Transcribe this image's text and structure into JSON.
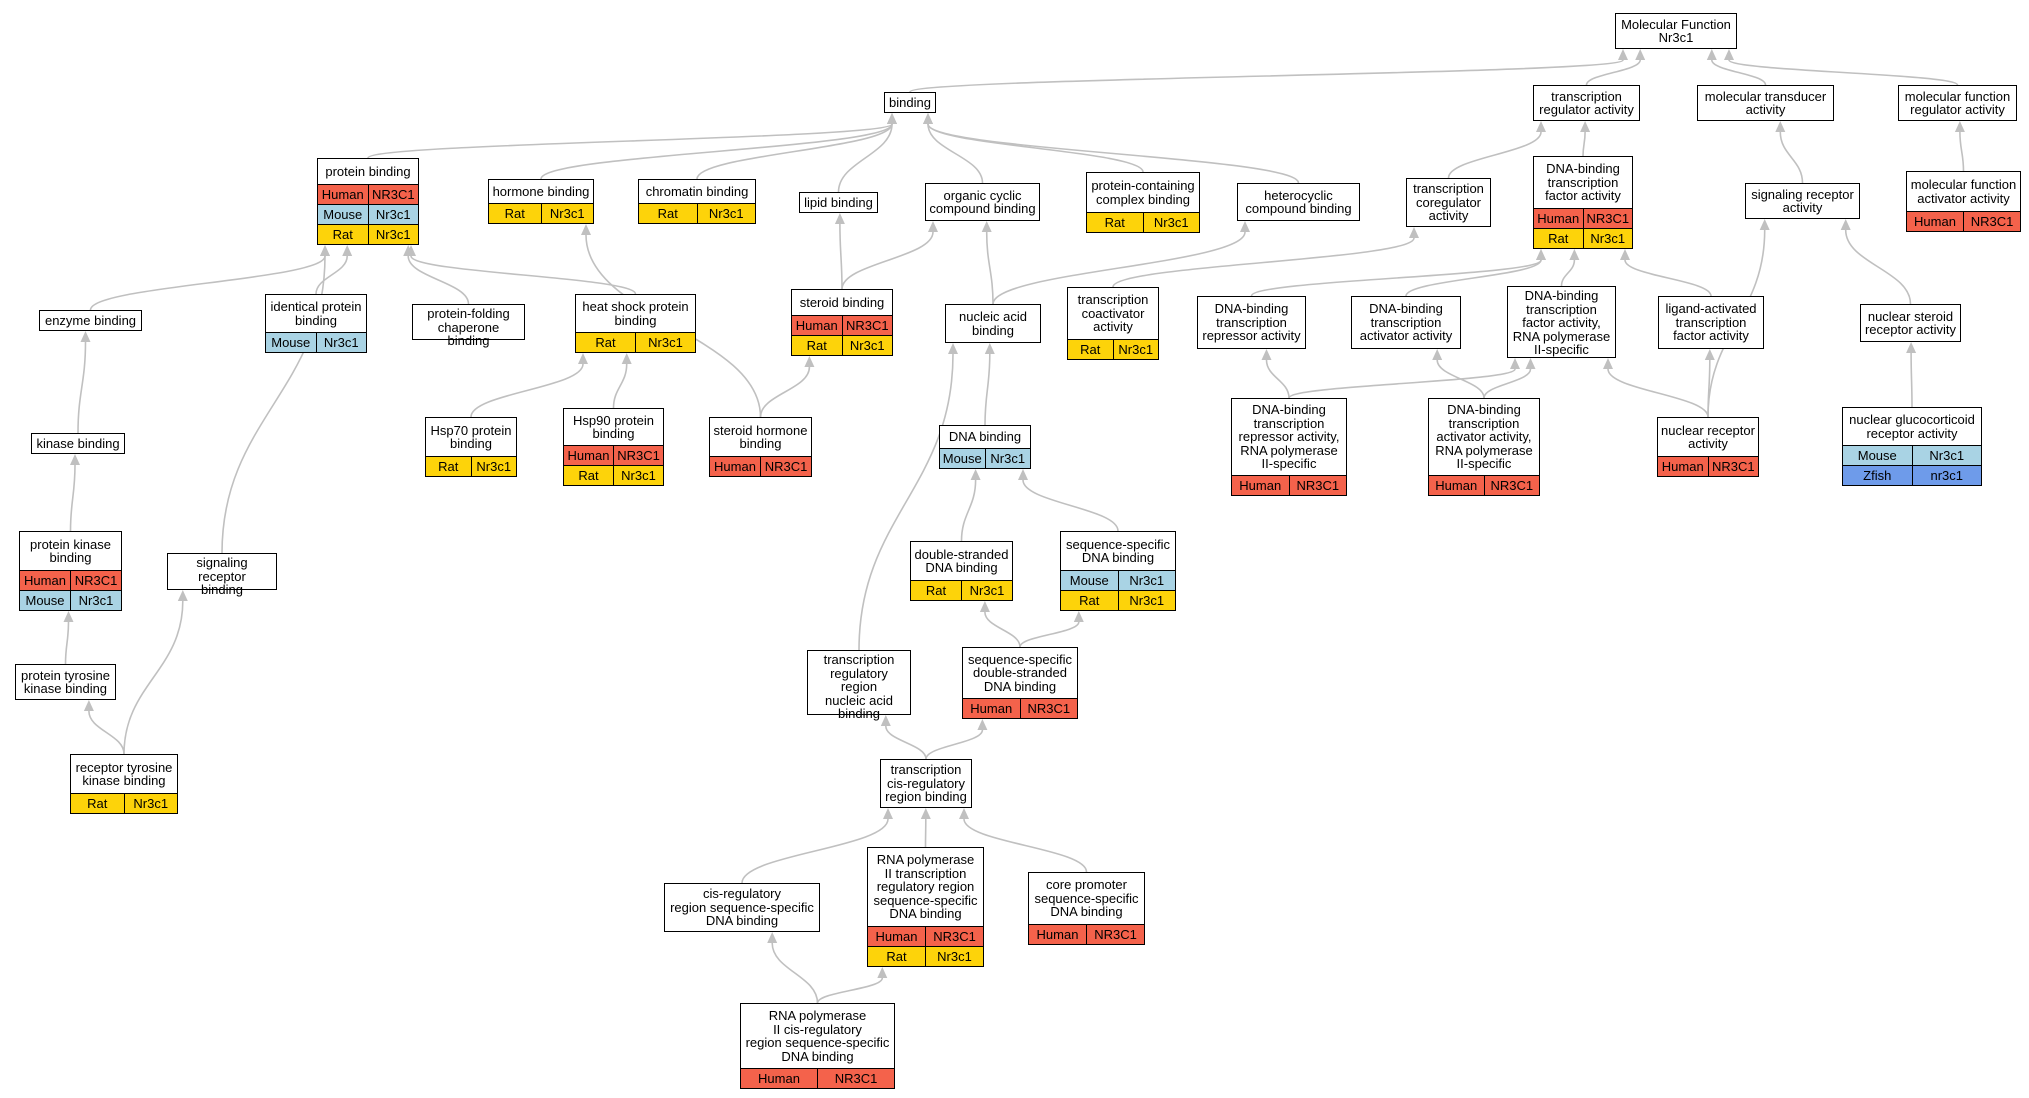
{
  "colors": {
    "edge": "#c0c0c0",
    "Human": "#f4624b",
    "Mouse": "#a9d3e4",
    "Rat": "#fdd30a",
    "Zfish": "#6e9bea"
  },
  "nodes": [
    {
      "id": "mf",
      "label": "Molecular Function\nNr3c1",
      "ann": []
    },
    {
      "id": "binding",
      "label": "binding",
      "ann": []
    },
    {
      "id": "tra",
      "label": "transcription\nregulator activity",
      "ann": []
    },
    {
      "id": "mta",
      "label": "molecular transducer\nactivity",
      "ann": []
    },
    {
      "id": "mfra",
      "label": "molecular function\nregulator activity",
      "ann": []
    },
    {
      "id": "protb",
      "label": "protein binding",
      "ann": [
        [
          "Human",
          "NR3C1"
        ],
        [
          "Mouse",
          "Nr3c1"
        ],
        [
          "Rat",
          "Nr3c1"
        ]
      ]
    },
    {
      "id": "hormb",
      "label": "hormone binding",
      "ann": [
        [
          "Rat",
          "Nr3c1"
        ]
      ]
    },
    {
      "id": "chromb",
      "label": "chromatin binding",
      "ann": [
        [
          "Rat",
          "Nr3c1"
        ]
      ]
    },
    {
      "id": "lipidb",
      "label": "lipid binding",
      "ann": []
    },
    {
      "id": "occb",
      "label": "organic cyclic\ncompound binding",
      "ann": []
    },
    {
      "id": "pccb",
      "label": "protein-containing\ncomplex binding",
      "ann": [
        [
          "Rat",
          "Nr3c1"
        ]
      ]
    },
    {
      "id": "hccb",
      "label": "heterocyclic\ncompound binding",
      "ann": []
    },
    {
      "id": "tcra",
      "label": "transcription\ncoregulator\nactivity",
      "ann": []
    },
    {
      "id": "dbtfa",
      "label": "DNA-binding\ntranscription\nfactor activity",
      "ann": [
        [
          "Human",
          "NR3C1"
        ],
        [
          "Rat",
          "Nr3c1"
        ]
      ]
    },
    {
      "id": "sra",
      "label": "signaling receptor\nactivity",
      "ann": []
    },
    {
      "id": "mfaa",
      "label": "molecular function\nactivator activity",
      "ann": [
        [
          "Human",
          "NR3C1"
        ]
      ]
    },
    {
      "id": "enzb",
      "label": "enzyme binding",
      "ann": []
    },
    {
      "id": "idpb",
      "label": "identical protein\nbinding",
      "ann": [
        [
          "Mouse",
          "Nr3c1"
        ]
      ]
    },
    {
      "id": "pfcb",
      "label": "protein-folding\nchaperone binding",
      "ann": []
    },
    {
      "id": "hspb",
      "label": "heat shock protein\nbinding",
      "ann": [
        [
          "Rat",
          "Nr3c1"
        ]
      ]
    },
    {
      "id": "sterb",
      "label": "steroid binding",
      "ann": [
        [
          "Human",
          "NR3C1"
        ],
        [
          "Rat",
          "Nr3c1"
        ]
      ]
    },
    {
      "id": "nab",
      "label": "nucleic acid\nbinding",
      "ann": []
    },
    {
      "id": "tcoa",
      "label": "transcription\ncoactivator\nactivity",
      "ann": [
        [
          "Rat",
          "Nr3c1"
        ]
      ]
    },
    {
      "id": "dbtra",
      "label": "DNA-binding\ntranscription\nrepressor activity",
      "ann": []
    },
    {
      "id": "dbtaa",
      "label": "DNA-binding\ntranscription\nactivator activity",
      "ann": []
    },
    {
      "id": "dbtf2",
      "label": "DNA-binding\ntranscription\nfactor activity,\nRNA polymerase\nII-specific",
      "ann": []
    },
    {
      "id": "latf",
      "label": "ligand-activated\ntranscription\nfactor activity",
      "ann": []
    },
    {
      "id": "nsra",
      "label": "nuclear steroid\nreceptor activity",
      "ann": []
    },
    {
      "id": "kinb",
      "label": "kinase binding",
      "ann": []
    },
    {
      "id": "hsp70",
      "label": "Hsp70 protein\nbinding",
      "ann": [
        [
          "Rat",
          "Nr3c1"
        ]
      ]
    },
    {
      "id": "hsp90",
      "label": "Hsp90 protein\nbinding",
      "ann": [
        [
          "Human",
          "NR3C1"
        ],
        [
          "Rat",
          "Nr3c1"
        ]
      ]
    },
    {
      "id": "shb",
      "label": "steroid hormone\nbinding",
      "ann": [
        [
          "Human",
          "NR3C1"
        ]
      ]
    },
    {
      "id": "dnab",
      "label": "DNA binding",
      "ann": [
        [
          "Mouse",
          "Nr3c1"
        ]
      ]
    },
    {
      "id": "dbtra2",
      "label": "DNA-binding\ntranscription\nrepressor activity,\nRNA polymerase\nII-specific",
      "ann": [
        [
          "Human",
          "NR3C1"
        ]
      ]
    },
    {
      "id": "dbtaa2",
      "label": "DNA-binding\ntranscription\nactivator activity,\nRNA polymerase\nII-specific",
      "ann": [
        [
          "Human",
          "NR3C1"
        ]
      ]
    },
    {
      "id": "nra",
      "label": "nuclear receptor\nactivity",
      "ann": [
        [
          "Human",
          "NR3C1"
        ]
      ]
    },
    {
      "id": "ngra",
      "label": "nuclear glucocorticoid\nreceptor activity",
      "ann": [
        [
          "Mouse",
          "Nr3c1"
        ],
        [
          "Zfish",
          "nr3c1"
        ]
      ]
    },
    {
      "id": "pkb",
      "label": "protein kinase\nbinding",
      "ann": [
        [
          "Human",
          "NR3C1"
        ],
        [
          "Mouse",
          "Nr3c1"
        ]
      ]
    },
    {
      "id": "srb",
      "label": "signaling receptor\nbinding",
      "ann": []
    },
    {
      "id": "dsdb",
      "label": "double-stranded\nDNA binding",
      "ann": [
        [
          "Rat",
          "Nr3c1"
        ]
      ]
    },
    {
      "id": "ssdb",
      "label": "sequence-specific\nDNA binding",
      "ann": [
        [
          "Mouse",
          "Nr3c1"
        ],
        [
          "Rat",
          "Nr3c1"
        ]
      ]
    },
    {
      "id": "ptkb",
      "label": "protein tyrosine\nkinase binding",
      "ann": []
    },
    {
      "id": "trrnab",
      "label": "transcription\nregulatory region\nnucleic acid\nbinding",
      "ann": []
    },
    {
      "id": "ssdsdb",
      "label": "sequence-specific\ndouble-stranded\nDNA binding",
      "ann": [
        [
          "Human",
          "NR3C1"
        ]
      ]
    },
    {
      "id": "rtkb",
      "label": "receptor tyrosine\nkinase binding",
      "ann": [
        [
          "Rat",
          "Nr3c1"
        ]
      ]
    },
    {
      "id": "tcrrb",
      "label": "transcription\ncis-regulatory\nregion binding",
      "ann": []
    },
    {
      "id": "crrssdb",
      "label": "cis-regulatory\nregion sequence-specific\nDNA binding",
      "ann": []
    },
    {
      "id": "rp2trr",
      "label": "RNA polymerase\nII transcription\nregulatory region\nsequence-specific\nDNA binding",
      "ann": [
        [
          "Human",
          "NR3C1"
        ],
        [
          "Rat",
          "Nr3c1"
        ]
      ]
    },
    {
      "id": "cpssdb",
      "label": "core promoter\nsequence-specific\nDNA binding",
      "ann": [
        [
          "Human",
          "NR3C1"
        ]
      ]
    },
    {
      "id": "rp2crr",
      "label": "RNA polymerase\nII cis-regulatory\nregion sequence-specific\nDNA binding",
      "ann": [
        [
          "Human",
          "NR3C1"
        ]
      ]
    }
  ],
  "edges": [
    [
      "binding",
      "mf"
    ],
    [
      "tra",
      "mf"
    ],
    [
      "mta",
      "mf"
    ],
    [
      "mfra",
      "mf"
    ],
    [
      "protb",
      "binding"
    ],
    [
      "hormb",
      "binding"
    ],
    [
      "chromb",
      "binding"
    ],
    [
      "lipidb",
      "binding"
    ],
    [
      "occb",
      "binding"
    ],
    [
      "pccb",
      "binding"
    ],
    [
      "hccb",
      "binding"
    ],
    [
      "tcra",
      "tra"
    ],
    [
      "dbtfa",
      "tra"
    ],
    [
      "sra",
      "mta"
    ],
    [
      "mfaa",
      "mfra"
    ],
    [
      "enzb",
      "protb"
    ],
    [
      "idpb",
      "protb"
    ],
    [
      "pfcb",
      "protb"
    ],
    [
      "hspb",
      "protb"
    ],
    [
      "srb",
      "protb"
    ],
    [
      "sterb",
      "lipidb"
    ],
    [
      "sterb",
      "occb"
    ],
    [
      "nab",
      "occb"
    ],
    [
      "nab",
      "hccb"
    ],
    [
      "tcoa",
      "tcra"
    ],
    [
      "dbtra",
      "dbtfa"
    ],
    [
      "dbtaa",
      "dbtfa"
    ],
    [
      "dbtf2",
      "dbtfa"
    ],
    [
      "latf",
      "dbtfa"
    ],
    [
      "nsra",
      "sra"
    ],
    [
      "nra",
      "sra"
    ],
    [
      "kinb",
      "enzb"
    ],
    [
      "hsp70",
      "hspb"
    ],
    [
      "hsp90",
      "hspb"
    ],
    [
      "shb",
      "hormb"
    ],
    [
      "shb",
      "sterb"
    ],
    [
      "dnab",
      "nab"
    ],
    [
      "dbtra2",
      "dbtra"
    ],
    [
      "dbtra2",
      "dbtf2"
    ],
    [
      "dbtaa2",
      "dbtaa"
    ],
    [
      "dbtaa2",
      "dbtf2"
    ],
    [
      "nra",
      "latf"
    ],
    [
      "nra",
      "dbtf2"
    ],
    [
      "ngra",
      "nsra"
    ],
    [
      "pkb",
      "kinb"
    ],
    [
      "dsdb",
      "dnab"
    ],
    [
      "ssdb",
      "dnab"
    ],
    [
      "ptkb",
      "pkb"
    ],
    [
      "rtkb",
      "ptkb"
    ],
    [
      "rtkb",
      "srb"
    ],
    [
      "trrnab",
      "nab"
    ],
    [
      "ssdsdb",
      "dsdb"
    ],
    [
      "ssdsdb",
      "ssdb"
    ],
    [
      "tcrrb",
      "trrnab"
    ],
    [
      "tcrrb",
      "ssdsdb"
    ],
    [
      "crrssdb",
      "tcrrb"
    ],
    [
      "rp2trr",
      "tcrrb"
    ],
    [
      "cpssdb",
      "tcrrb"
    ],
    [
      "rp2crr",
      "crrssdb"
    ],
    [
      "rp2crr",
      "rp2trr"
    ]
  ]
}
